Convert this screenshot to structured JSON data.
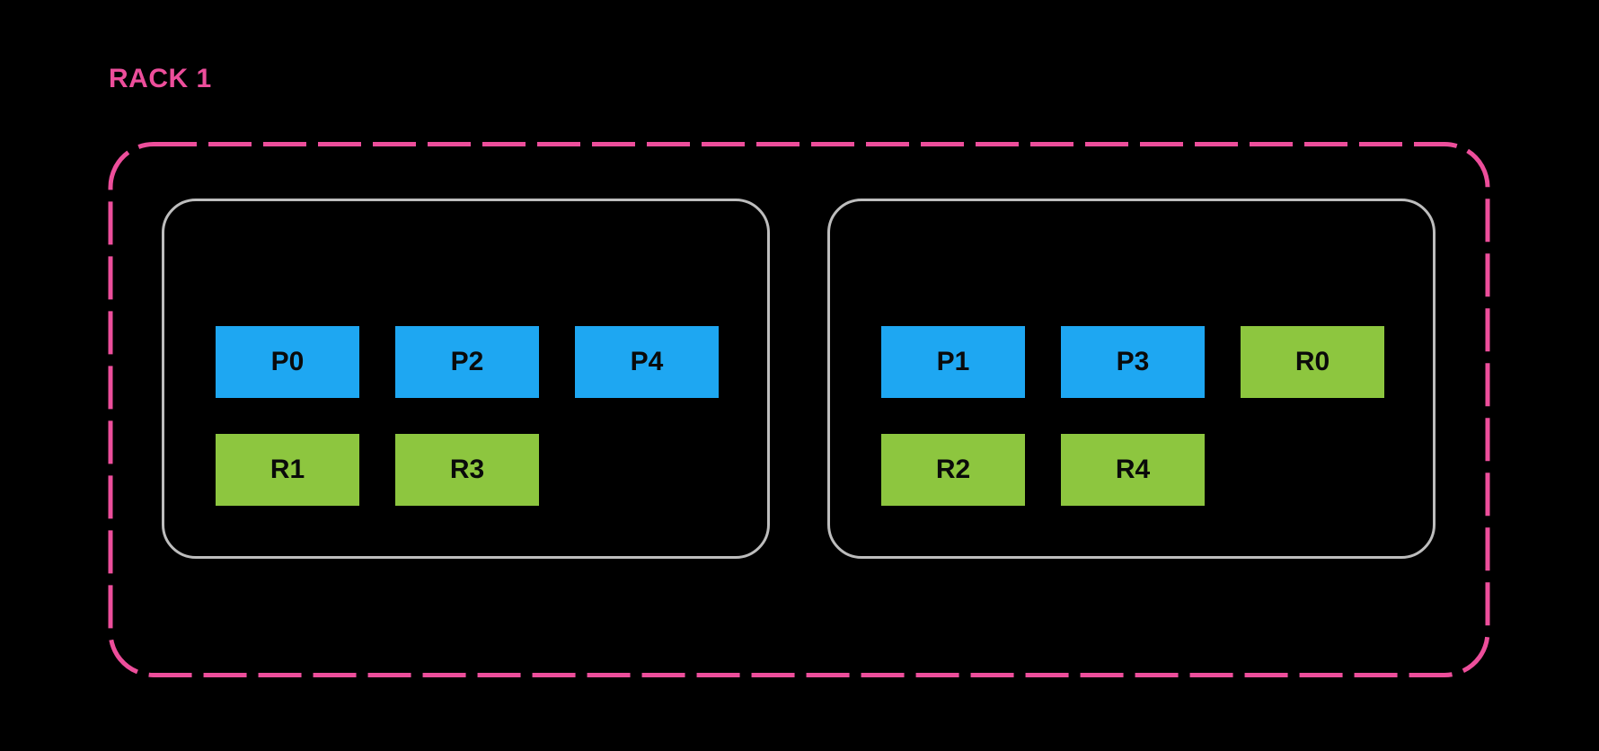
{
  "colors": {
    "background": "#000000",
    "rack_pink": "#ED4E9B",
    "host_border_gray": "#BDBDBD",
    "primary_blue": "#1EA7F2",
    "replica_green": "#8DC63F",
    "label_black": "#0A0A0A"
  },
  "rack": {
    "title": "RACK 1",
    "hosts": [
      {
        "id": "host-left",
        "rows": [
          {
            "slots": [
              {
                "label": "P0",
                "type": "primary"
              },
              {
                "label": "P2",
                "type": "primary"
              },
              {
                "label": "P4",
                "type": "primary"
              }
            ]
          },
          {
            "slots": [
              {
                "label": "R1",
                "type": "replica"
              },
              {
                "label": "R3",
                "type": "replica"
              }
            ]
          }
        ]
      },
      {
        "id": "host-right",
        "rows": [
          {
            "slots": [
              {
                "label": "P1",
                "type": "primary"
              },
              {
                "label": "P3",
                "type": "primary"
              },
              {
                "label": "R0",
                "type": "replica"
              }
            ]
          },
          {
            "slots": [
              {
                "label": "R2",
                "type": "replica"
              },
              {
                "label": "R4",
                "type": "replica"
              }
            ]
          }
        ]
      }
    ]
  }
}
